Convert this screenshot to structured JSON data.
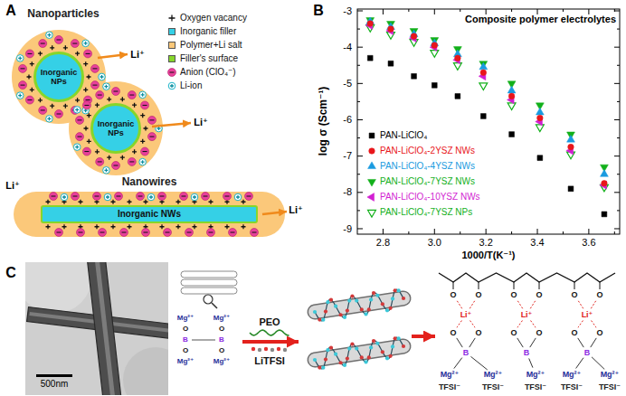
{
  "diagram": {
    "nodes": [
      {
        "text": [
          "Inorganic NPs"
        ]
      },
      {
        "text": [
          "Inorganic NPs"
        ]
      },
      {
        "text": [
          "Inorganic NWs"
        ]
      }
    ],
    "labels": [
      "A",
      "Nanoparticles",
      "Li⁺",
      "Li⁺",
      "Nanowires",
      "Li⁺",
      "Li⁺",
      "B",
      "Composite polymer electrolytes",
      "log σ (Scm⁻¹)",
      "1000/T(K⁻¹)",
      "-3",
      "-4",
      "-5",
      "-6",
      "-7",
      "-8",
      "-9",
      "2.8",
      "3.0",
      "3.2",
      "3.4",
      "3.6",
      "C",
      "500nm",
      "PEO",
      "LiTFSI",
      "Mg²⁺",
      "Mg²⁺",
      "O",
      "O",
      "B",
      "B",
      "O",
      "O",
      "Mg²⁺",
      "Mg²⁺",
      "O",
      "O",
      "Li⁺",
      "O",
      "O",
      "B",
      "O",
      "O",
      "Li⁺",
      "O",
      "O",
      "B",
      "O",
      "O",
      "Li⁺",
      "O",
      "O",
      "B",
      "Mg²⁺",
      "Mg²⁺",
      "Mg²⁺",
      "Mg²⁺",
      "Mg²⁺",
      "TFSI⁻",
      "TFSI⁻",
      "TFSI⁻",
      "TFSI⁻",
      "TFSI⁻"
    ],
    "legend": [
      {
        "text": "Oxygen vacancy"
      },
      {
        "text": "Inorganic filler",
        "color": "#35d0e6"
      },
      {
        "text": "Polymer+Li salt",
        "color": "#fbc87a"
      },
      {
        "text": "Filler's surface",
        "color": "#86d62a"
      },
      {
        "text": "Anion (ClO₄⁻)"
      },
      {
        "text": "Li-ion"
      },
      {
        "text": "PAN-LiClO₄"
      },
      {
        "text": "PAN-LiClO₄-2YSZ NWs"
      },
      {
        "text": "PAN-LiClO₄-4YSZ NWs"
      },
      {
        "text": "PAN-LiClO₄-7YSZ NWs"
      },
      {
        "text": "PAN-LiClO₄-10YSZ NWs"
      },
      {
        "text": "PAN-LiClO₄-7YSZ NPs"
      }
    ]
  }
}
